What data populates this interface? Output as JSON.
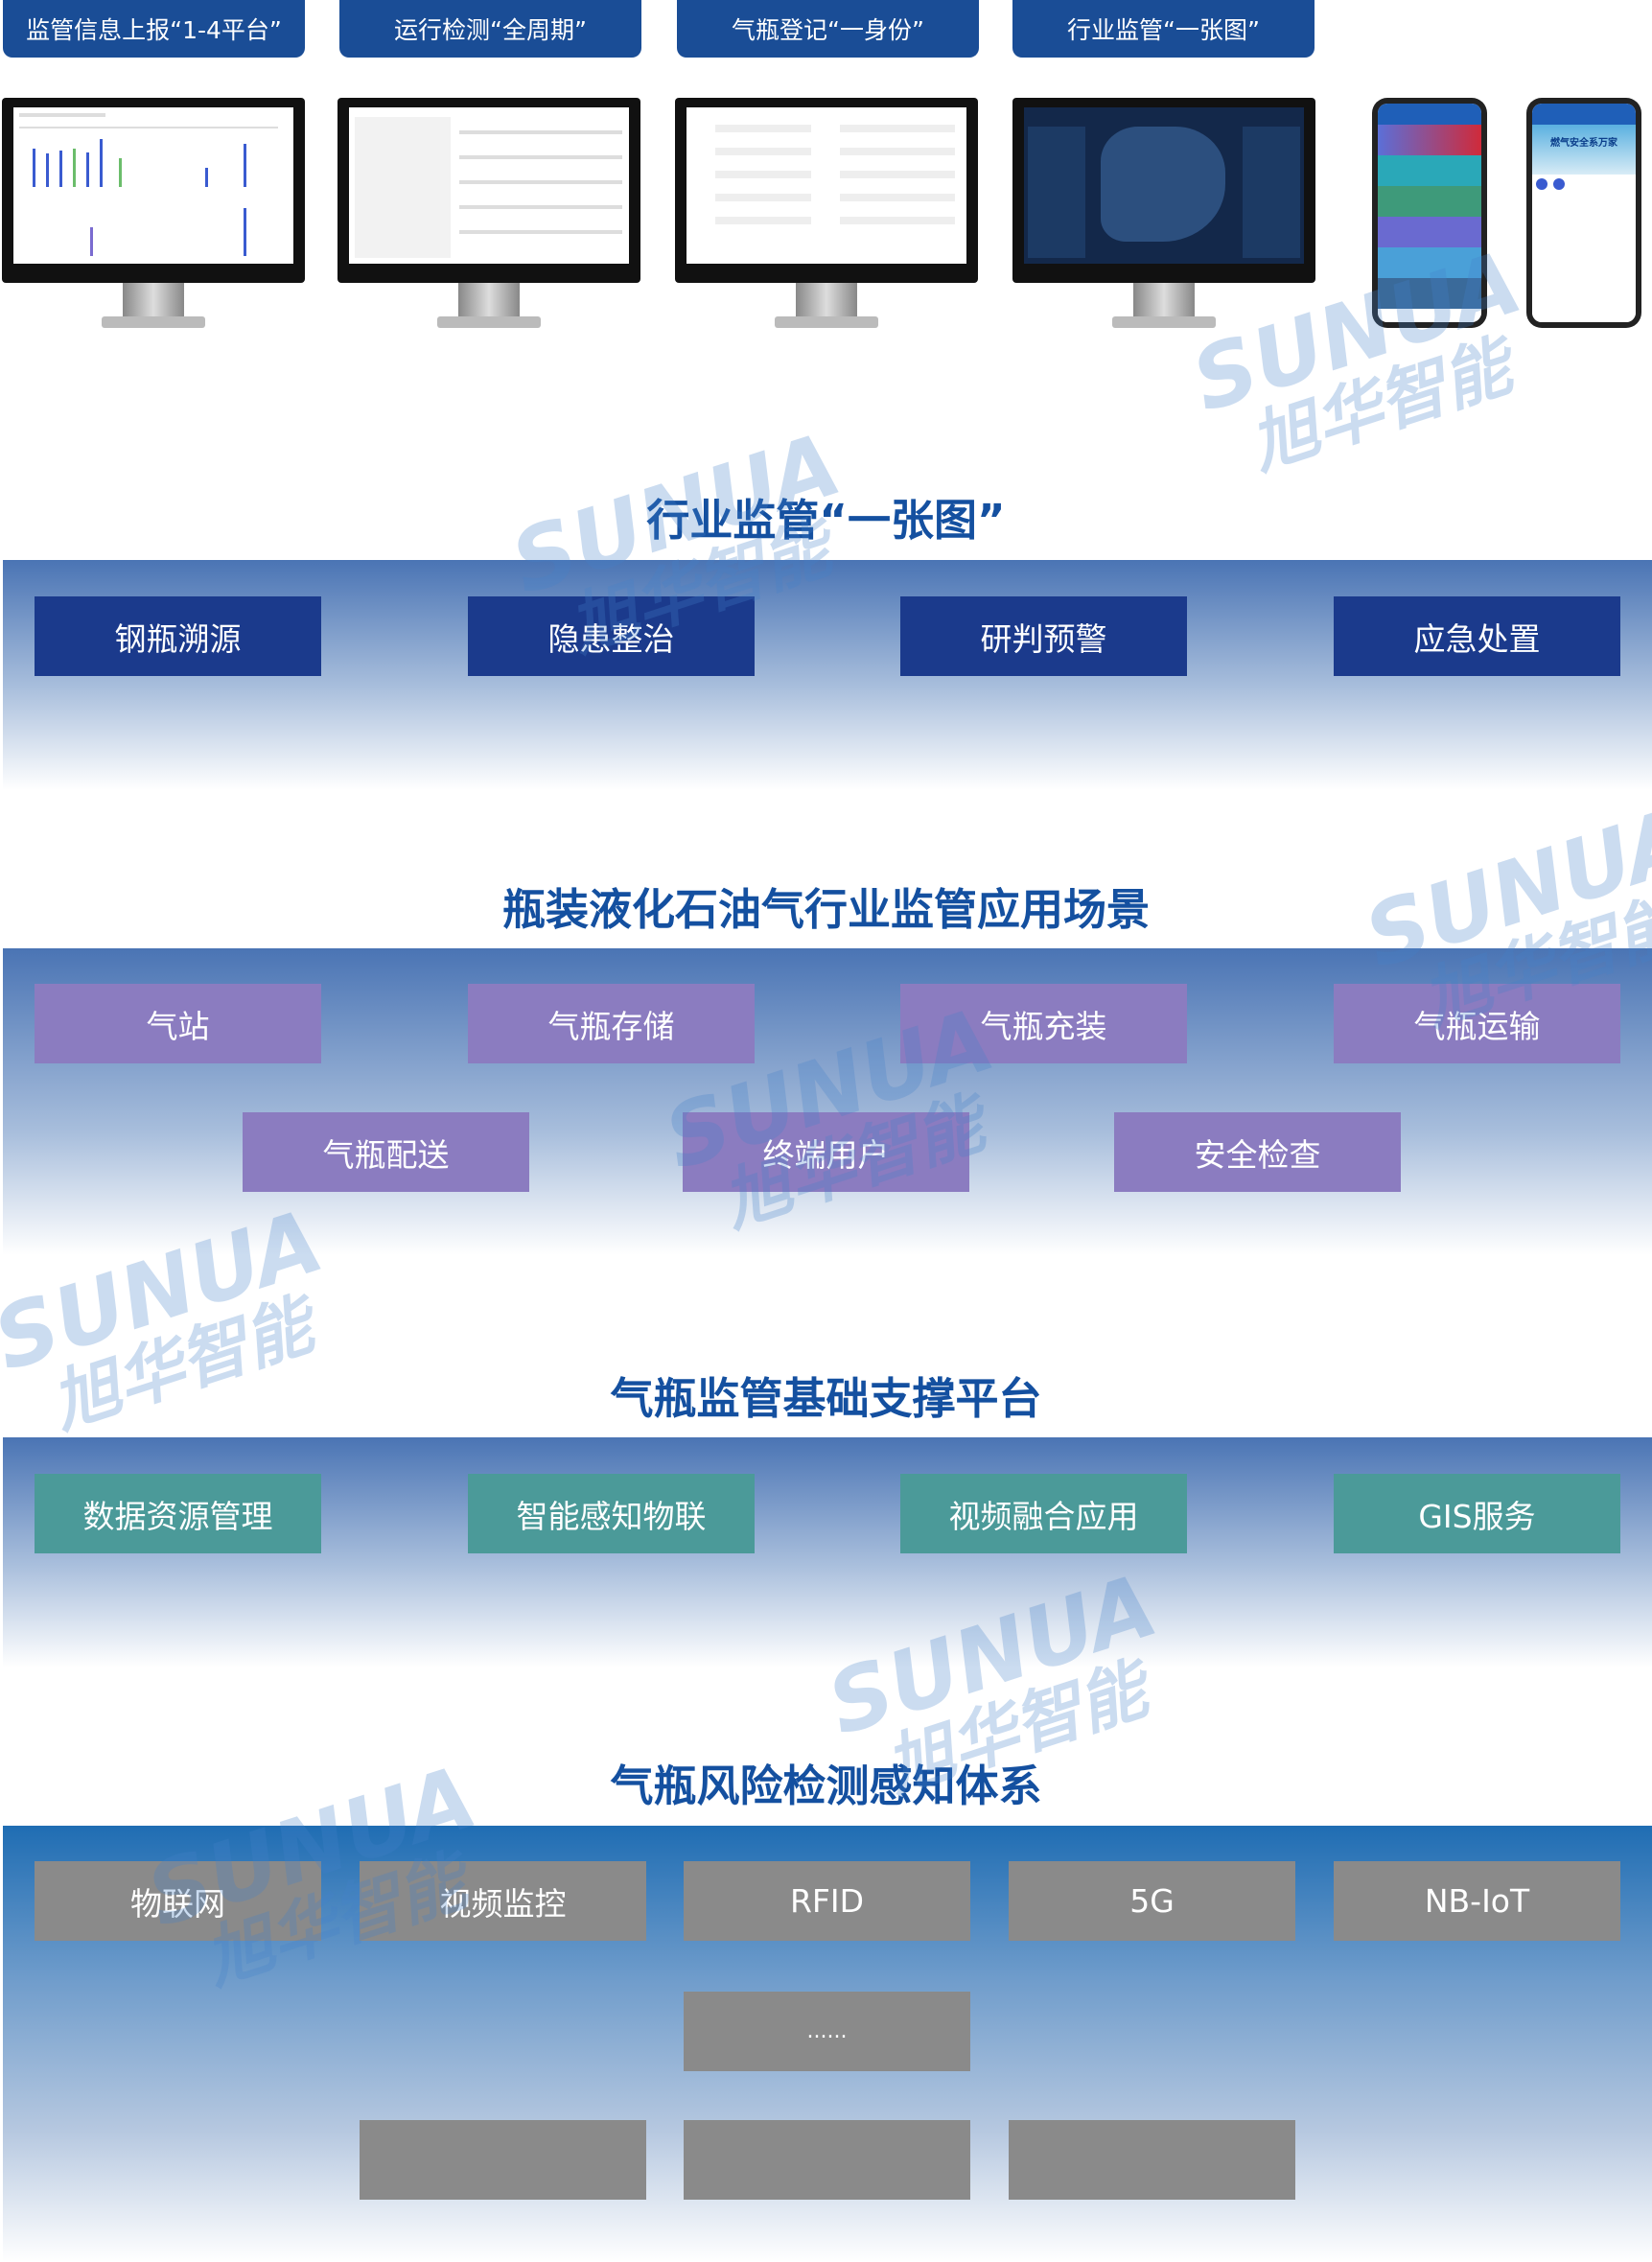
{
  "tabs": [
    "监管信息上报“1-4平台”",
    "运行检测“全周期”",
    "气瓶登记“一身份”",
    "行业监管“一张图”"
  ],
  "sections": [
    {
      "title": "行业监管“一张图”",
      "items": [
        "钢瓶溯源",
        "隐患整治",
        "研判预警",
        "应急处置"
      ]
    },
    {
      "title": "瓶装液化石油气行业监管应用场景",
      "items": [
        "气站",
        "气瓶存储",
        "气瓶充装",
        "气瓶运输",
        "气瓶配送",
        "终端用户",
        "安全检查"
      ]
    },
    {
      "title": "气瓶监管基础支撑平台",
      "items": [
        "数据资源管理",
        "智能感知物联",
        "视频融合应用",
        "GIS服务"
      ]
    },
    {
      "title": "气瓶风险检测感知体系",
      "items": [
        "物联网",
        "视频监控",
        "RFID",
        "5G",
        "NB-IoT",
        "......",
        "",
        "",
        ""
      ]
    }
  ],
  "phone2_banner": "燃气安全系万家",
  "watermark": {
    "en": "SUNUA",
    "cn": "旭华智能"
  },
  "colors": {
    "title": "#1450a0",
    "navy": "#1b3a8c",
    "purple": "#8b7cc0",
    "teal": "#4b9a99",
    "grey": "#8a8a8a"
  }
}
